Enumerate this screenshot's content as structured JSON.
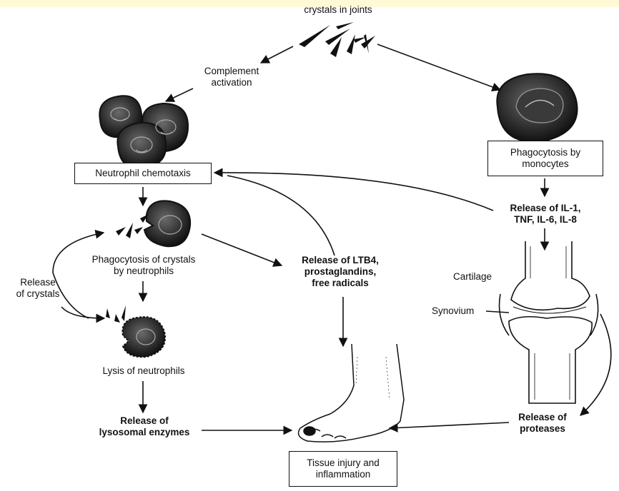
{
  "diagram": {
    "crystals_label": "crystals in joints",
    "complement_label": "Complement\nactivation",
    "neutrophil_chemotaxis": "Neutrophil chemotaxis",
    "phagocytosis_monocytes": "Phagocytosis by\nmonocytes",
    "release_il": "Release of IL-1,\nTNF, IL-6, IL-8",
    "phagocytosis_neutrophils": "Phagocytosis of crystals\nby neutrophils",
    "release_ltb4": "Release of LTB4,\nprostaglandins,\nfree radicals",
    "release_crystals": "Release\nof crystals",
    "cartilage": "Cartilage",
    "synovium": "Synovium",
    "lysis_neutrophils": "Lysis of neutrophils",
    "release_lysosomal": "Release of\nlysosomal enzymes",
    "release_proteases": "Release of\nproteases",
    "tissue_injury": "Tissue injury and\ninflammation"
  },
  "colors": {
    "ink": "#111111",
    "top_band": "#fff9d6",
    "cell_fill": "#2b2b2b"
  }
}
